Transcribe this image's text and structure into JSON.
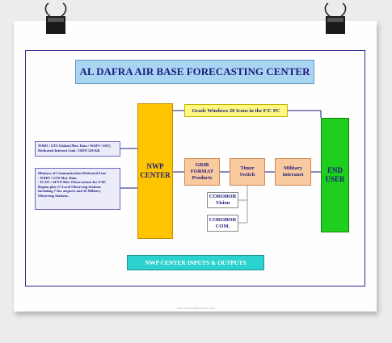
{
  "diagram": {
    "title": "AL DAFRA AIR BASE FORECASTING CENTER",
    "nwp_center": [
      "NWP",
      "CENTER"
    ],
    "end_user": [
      "END",
      "USER"
    ],
    "grads": "Grads Windows 20 Icons in the F/C PC",
    "grib": [
      "GRIB",
      "FORMAT",
      "Products"
    ],
    "timer": [
      "Timer",
      "Switch"
    ],
    "military": [
      "Military",
      "Interanet"
    ],
    "corobor_vision": [
      "COROBOR",
      "Vision"
    ],
    "corobor_com": [
      "COROBOR",
      "COM."
    ],
    "input_wmo": [
      "WMO / GTS Global (Met. Data / WAFS / SST)",
      "Dedicated Internet Link / ISDN 128 KB"
    ],
    "input_ministry": [
      "Ministry of Communication Dedicated Line",
      "- WMO / GTS Met. Data",
      "- ICAO / AFTN Met. Observations for UAE",
      "Region plus 17 Local Observing Stations",
      "Including 7 Int. airports and 10 Military",
      "Observing Stations."
    ],
    "caption": "NWP CENTER INPUTS & OUTPUTS",
    "footer": "www.juliedesignstudio.com"
  },
  "colors": {
    "title_bg": "#a9d4f2",
    "nwp_bg": "#ffc400",
    "end_user_bg": "#1ecf1e",
    "grads_bg": "#fff780",
    "process_bg": "#f9c9a0",
    "caption_bg": "#2cd2cf",
    "frame": "#2a2a9a"
  }
}
